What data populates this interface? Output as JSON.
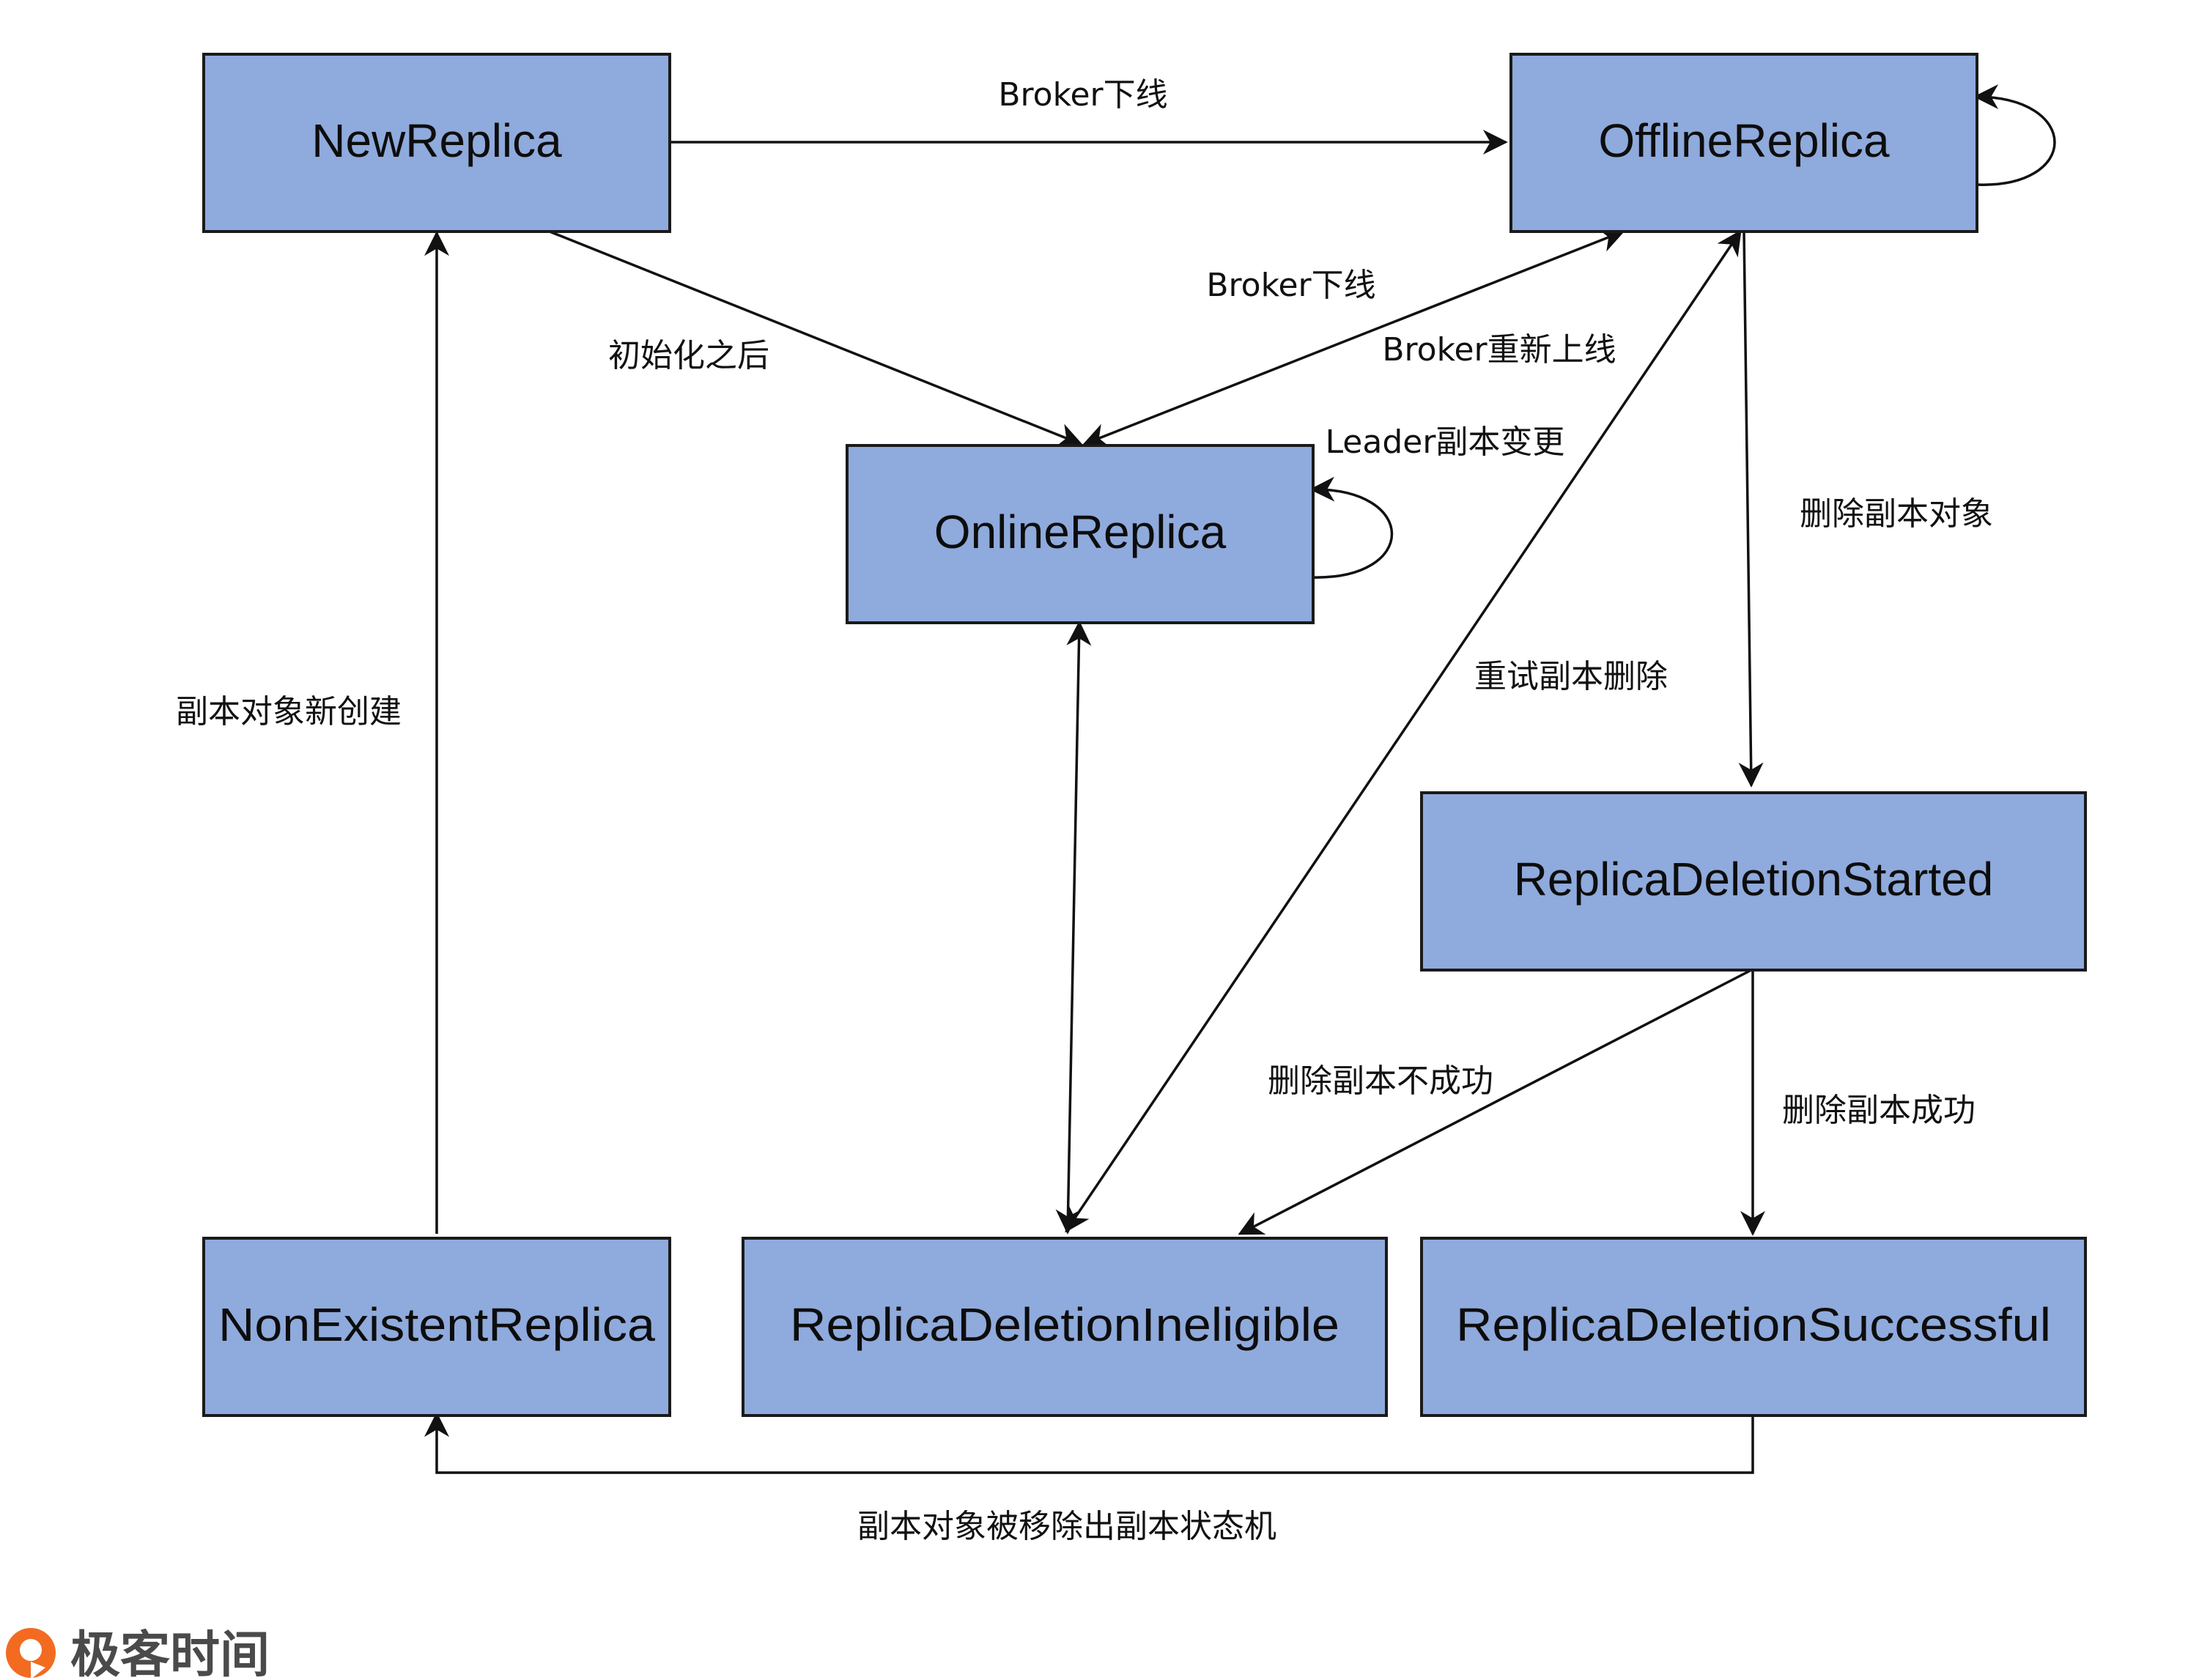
{
  "states": {
    "new_replica": "NewReplica",
    "offline_replica": "OfflineReplica",
    "online_replica": "OnlineReplica",
    "replica_deletion_started": "ReplicaDeletionStarted",
    "non_existent_replica": "NonExistentReplica",
    "replica_deletion_ineligible": "ReplicaDeletionIneligible",
    "replica_deletion_successful": "ReplicaDeletionSuccessful"
  },
  "transitions": {
    "new_to_offline": "Broker下线",
    "new_to_online": "初始化之后",
    "online_to_offline": "Broker下线",
    "offline_to_online": "Broker重新上线",
    "online_self": "Leader副本变更",
    "offline_to_deletion_started": "删除副本对象",
    "ineligible_to_offline": "重试副本删除",
    "nonexistent_to_new": "副本对象新创建",
    "started_to_ineligible": "删除副本不成功",
    "started_to_successful": "删除副本成功",
    "successful_to_nonexistent": "副本对象被移除出副本状态机"
  },
  "brand": {
    "name": "极客时间",
    "logo_icon": "geektime-logo-icon",
    "logo_color": "#f26b21"
  },
  "colors": {
    "state_fill": "#8faadc",
    "edge_stroke": "#111111"
  }
}
